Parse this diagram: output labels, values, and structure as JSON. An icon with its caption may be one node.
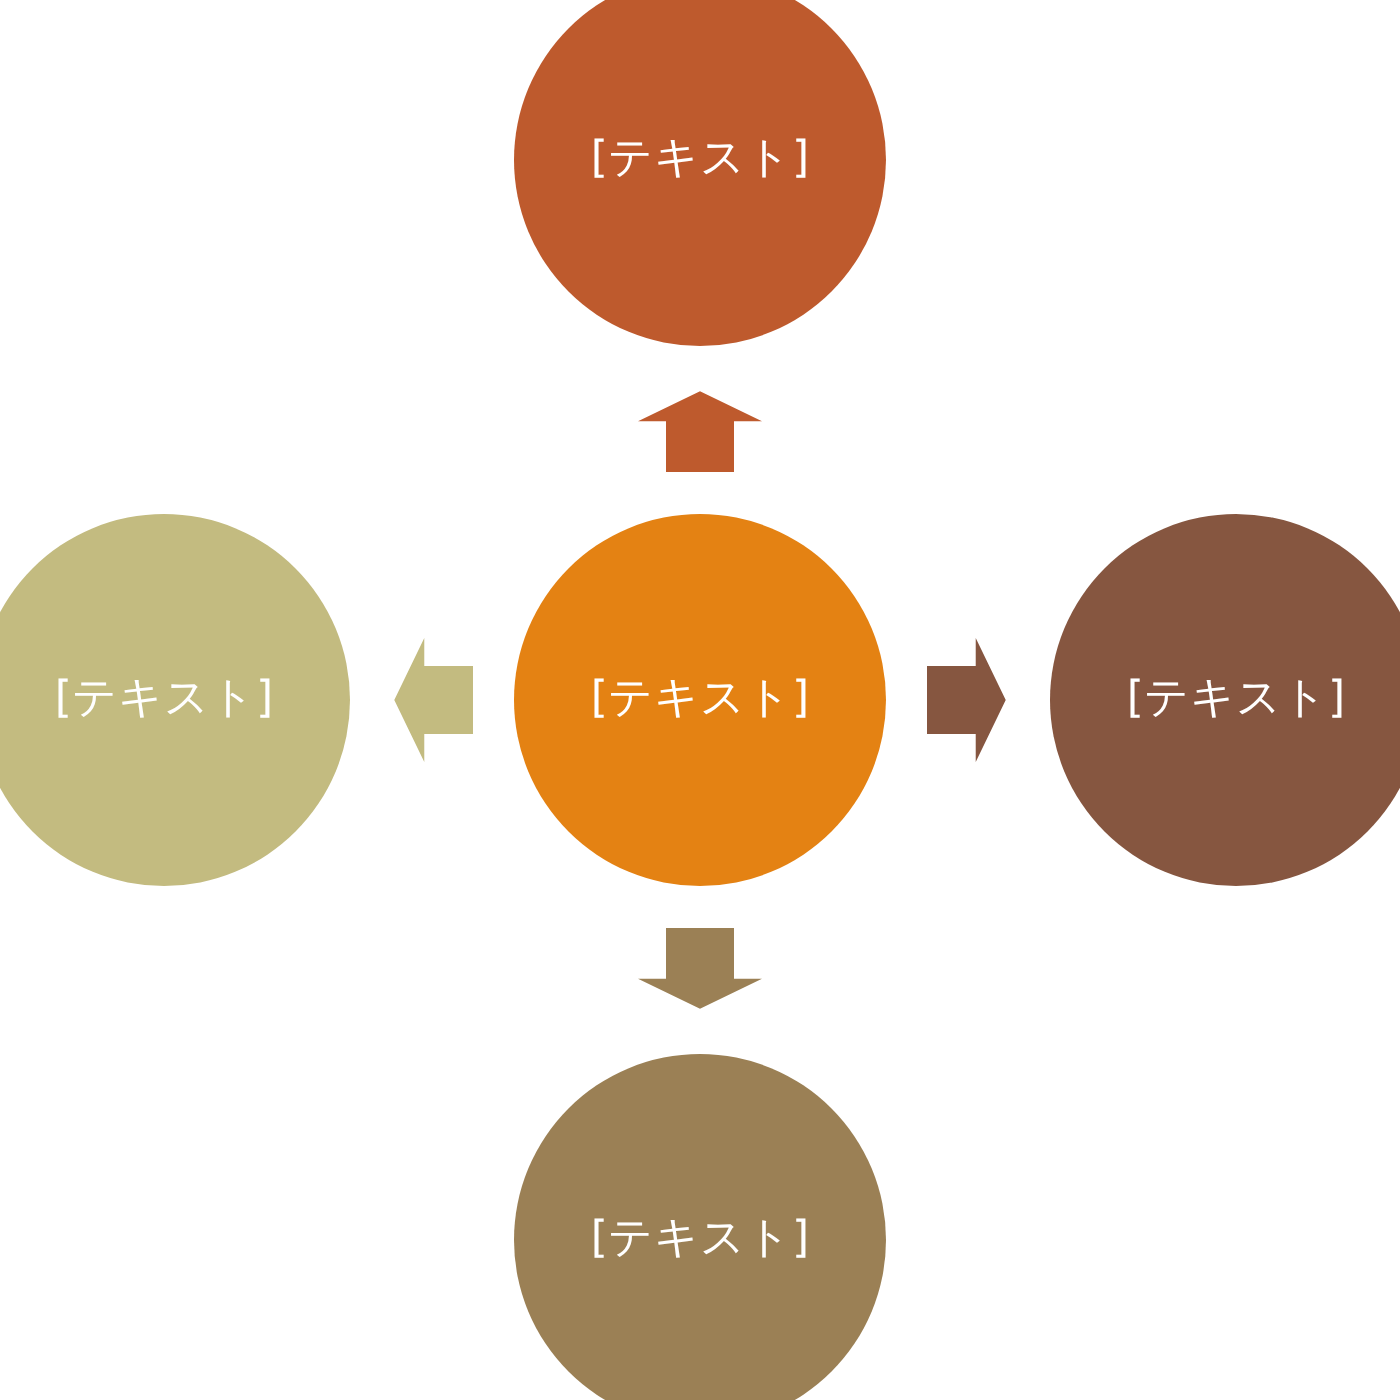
{
  "diagram": {
    "nodes": [
      {
        "text": [
          "[テキスト]"
        ]
      },
      {
        "text": [
          "[テキスト]"
        ]
      },
      {
        "text": [
          "[テキスト]"
        ]
      },
      {
        "text": [
          "[テキスト]"
        ]
      },
      {
        "text": [
          "[テキスト]"
        ]
      }
    ],
    "edges": [
      {
        "from": 0,
        "to": 1,
        "arrow": "to",
        "style": "thick",
        "color": "#be5a2d"
      },
      {
        "from": 0,
        "to": 3,
        "arrow": "to",
        "style": "thick",
        "color": "#865640"
      },
      {
        "from": 0,
        "to": 4,
        "arrow": "to",
        "style": "thick",
        "color": "#9b8055"
      },
      {
        "from": 0,
        "to": 2,
        "arrow": "to",
        "style": "thick",
        "color": "#c3bb80"
      }
    ]
  }
}
